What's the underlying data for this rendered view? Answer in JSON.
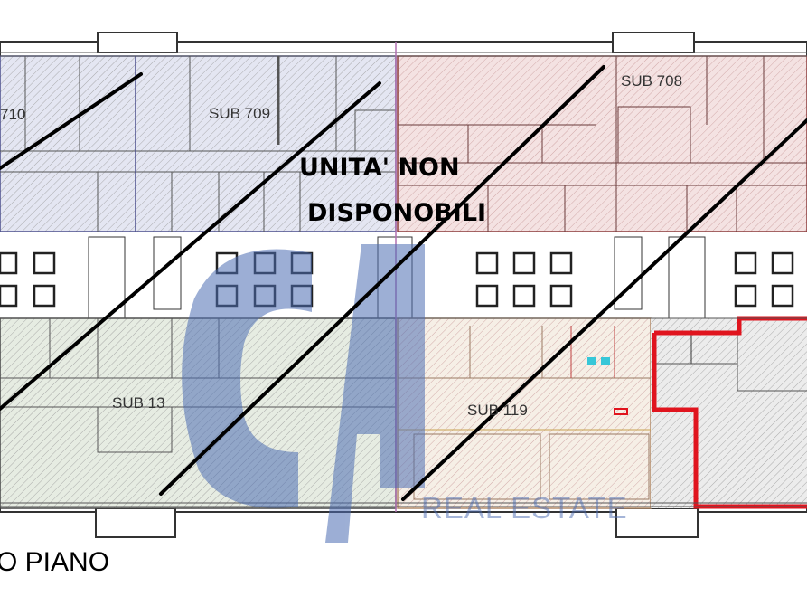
{
  "floor_plan": {
    "floor_label": "O PIANO",
    "notice": {
      "line1": "UNITA' NON",
      "line2": "DISPONOBILI"
    },
    "units": [
      {
        "label": "710",
        "zone": "top-left",
        "fill": "#e4e6f2",
        "status": "unavailable"
      },
      {
        "label": "SUB 709",
        "zone": "top-left",
        "fill": "#e4e6f2",
        "status": "unavailable"
      },
      {
        "label": "SUB 708",
        "zone": "top-right",
        "fill": "#f4e2e2",
        "status": "unavailable"
      },
      {
        "label": "SUB 13",
        "zone": "bottom-left",
        "fill": "#e6ece2",
        "status": "unavailable"
      },
      {
        "label": "SUB 119",
        "zone": "bottom-center",
        "fill": "#f6efe6",
        "status": "unavailable"
      },
      {
        "label": "",
        "zone": "bottom-right",
        "fill": "#ececec",
        "status": "highlighted"
      }
    ],
    "highlight_color": "#e0141e",
    "watermark": {
      "letters": "CA",
      "subtitle": "REAL ESTATE",
      "color": "#4d6db3"
    },
    "colors": {
      "wall": "#333333",
      "strike": "#000000",
      "unit_blue_line": "#4b4f8c",
      "unit_red_line": "#8b3a3a"
    }
  }
}
